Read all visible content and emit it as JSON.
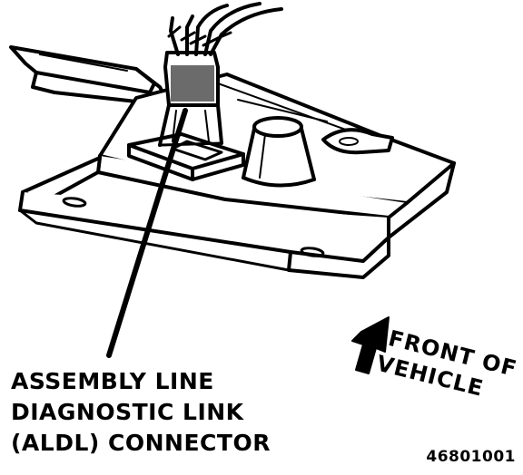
{
  "callout": {
    "line1": "ASSEMBLY LINE",
    "line2": "DIAGNOSTIC LINK",
    "line3": "(ALDL) CONNECTOR"
  },
  "direction": {
    "line1": "FRONT OF",
    "line2": "VEHICLE"
  },
  "figure_id": "46801001",
  "colors": {
    "ink": "#000000",
    "paper": "#ffffff",
    "connector_fill": "#6b6b6b"
  },
  "icons": {
    "direction_arrow": "front-arrow-icon"
  }
}
